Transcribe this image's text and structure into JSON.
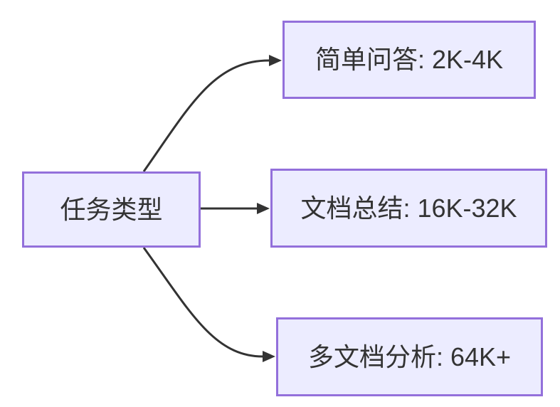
{
  "diagram": {
    "type": "flowchart-left-to-right",
    "colors": {
      "background": "#ffffff",
      "node_fill": "#ECECFF",
      "node_border": "#9370DB",
      "edge_line": "#333333",
      "text": "#333333"
    },
    "nodes": {
      "task_type": {
        "label": "任务类型"
      },
      "simple_qa": {
        "label": "简单问答: 2K-4K"
      },
      "doc_summary": {
        "label": "文档总结: 16K-32K"
      },
      "multi_doc": {
        "label": "多文档分析: 64K+"
      }
    },
    "edges": [
      {
        "from": "task_type",
        "to": "simple_qa"
      },
      {
        "from": "task_type",
        "to": "doc_summary"
      },
      {
        "from": "task_type",
        "to": "multi_doc"
      }
    ]
  }
}
